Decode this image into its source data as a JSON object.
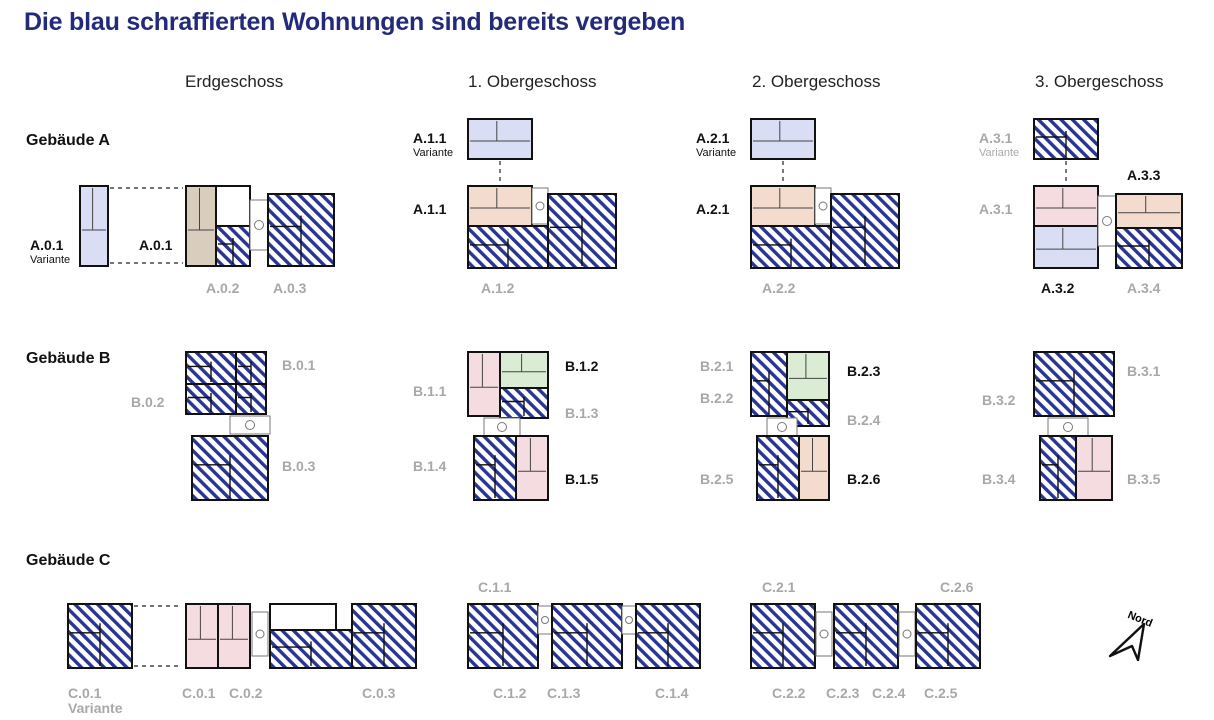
{
  "title": "Die blau schraffierten Wohnungen sind bereits vergeben",
  "columns": [
    "Erdgeschoss",
    "1. Obergeschoss",
    "2. Obergeschoss",
    "3. Obergeschoss"
  ],
  "buildings": [
    "Gebäude A",
    "Gebäude B",
    "Gebäude C"
  ],
  "variant_word": "Variante",
  "north_label": "Nord",
  "colors": {
    "title": "#232a7a",
    "hatch": "#283593",
    "free_blue": "#d9def5",
    "free_pink": "#f4dce0",
    "free_beige": "#f3dccd",
    "free_green": "#dbecd5",
    "core_tan": "#d9cdbd",
    "label_dark": "#111111",
    "label_grey": "#a8a8a8"
  },
  "labels": {
    "A01V": "A.0.1",
    "A01": "A.0.1",
    "A02": "A.0.2",
    "A03": "A.0.3",
    "A11V": "A.1.1",
    "A11": "A.1.1",
    "A12": "A.1.2",
    "A21V": "A.2.1",
    "A21": "A.2.1",
    "A22": "A.2.2",
    "A31V": "A.3.1",
    "A31": "A.3.1",
    "A32": "A.3.2",
    "A33": "A.3.3",
    "A34": "A.3.4",
    "B01": "B.0.1",
    "B02": "B.0.2",
    "B03": "B.0.3",
    "B11": "B.1.1",
    "B12": "B.1.2",
    "B13": "B.1.3",
    "B14": "B.1.4",
    "B15": "B.1.5",
    "B21": "B.2.1",
    "B22": "B.2.2",
    "B23": "B.2.3",
    "B24": "B.2.4",
    "B25": "B.2.5",
    "B26": "B.2.6",
    "B31": "B.3.1",
    "B32": "B.3.2",
    "B34": "B.3.4",
    "B35": "B.3.5",
    "C01V": "C.0.1",
    "C01": "C.0.1",
    "C02": "C.0.2",
    "C03": "C.0.3",
    "C11": "C.1.1",
    "C12": "C.1.2",
    "C13": "C.1.3",
    "C14": "C.1.4",
    "C21": "C.2.1",
    "C22": "C.2.2",
    "C23": "C.2.3",
    "C24": "C.2.4",
    "C25": "C.2.5",
    "C26": "C.2.6"
  }
}
